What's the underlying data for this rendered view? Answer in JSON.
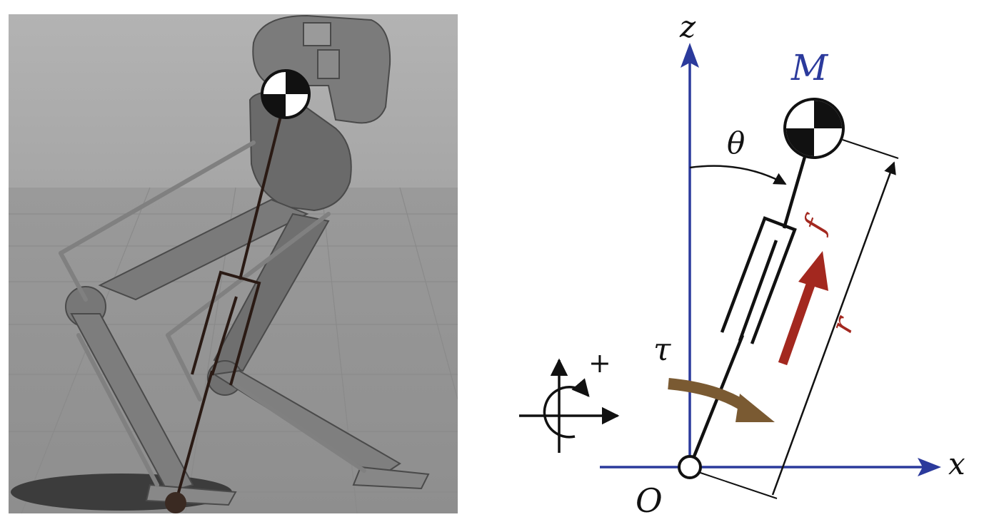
{
  "photo_panel": {
    "subject": "bipedal robot crouching with overlaid telescopic-leg pendulum model"
  },
  "model_panel": {
    "labels": {
      "mass": "M",
      "angle": "θ",
      "force": "f",
      "length": "r",
      "torque": "τ",
      "origin": "O",
      "x_axis": "x",
      "z_axis": "z",
      "positive_direction": "+"
    },
    "colors": {
      "axes": "#2b3a9c",
      "mass_label": "#2b3a9c",
      "force": "#a3281f",
      "length_label": "#a3281f",
      "torque": "#7a5a32",
      "leg": "#111111"
    }
  }
}
